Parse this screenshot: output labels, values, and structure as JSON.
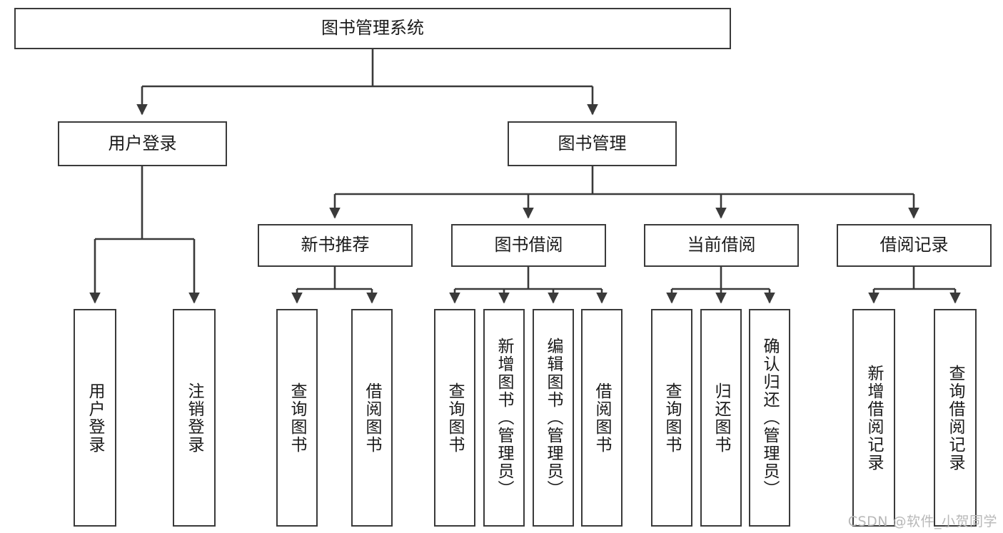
{
  "diagram": {
    "title": "图书管理系统",
    "type": "tree-hierarchy",
    "watermark": "CSDN @软件_小贺同学",
    "colors": {
      "stroke": "#3a3a3a",
      "fill": "#ffffff",
      "text": "#1a1a1a",
      "watermark": "#b8b8b8"
    },
    "nodes": {
      "root": {
        "label": "图书管理系统"
      },
      "level2": [
        {
          "id": "user-login",
          "label": "用户登录"
        },
        {
          "id": "book-manage",
          "label": "图书管理"
        }
      ],
      "level3": [
        {
          "id": "new-book-rec",
          "label": "新书推荐"
        },
        {
          "id": "book-borrow",
          "label": "图书借阅"
        },
        {
          "id": "current-borrow",
          "label": "当前借阅"
        },
        {
          "id": "borrow-record",
          "label": "借阅记录"
        }
      ],
      "leaves": [
        {
          "id": "leaf-user-login",
          "label": "用户登录",
          "parent": "user-login"
        },
        {
          "id": "leaf-user-logout",
          "label": "注销登录",
          "parent": "user-login"
        },
        {
          "id": "leaf-query-book-1",
          "label": "查询图书",
          "parent": "new-book-rec"
        },
        {
          "id": "leaf-borrow-book-1",
          "label": "借阅图书",
          "parent": "new-book-rec"
        },
        {
          "id": "leaf-query-book-2",
          "label": "查询图书",
          "parent": "book-borrow"
        },
        {
          "id": "leaf-add-book",
          "label": "新增图书（管理员）",
          "parent": "book-borrow"
        },
        {
          "id": "leaf-edit-book",
          "label": "编辑图书（管理员）",
          "parent": "book-borrow"
        },
        {
          "id": "leaf-borrow-book-2",
          "label": "借阅图书",
          "parent": "book-borrow"
        },
        {
          "id": "leaf-query-book-3",
          "label": "查询图书",
          "parent": "current-borrow"
        },
        {
          "id": "leaf-return-book",
          "label": "归还图书",
          "parent": "current-borrow"
        },
        {
          "id": "leaf-confirm-return",
          "label": "确认归还（管理员）",
          "parent": "current-borrow"
        },
        {
          "id": "leaf-add-record",
          "label": "新增借阅记录",
          "parent": "borrow-record"
        },
        {
          "id": "leaf-query-record",
          "label": "查询借阅记录",
          "parent": "borrow-record"
        }
      ]
    }
  }
}
